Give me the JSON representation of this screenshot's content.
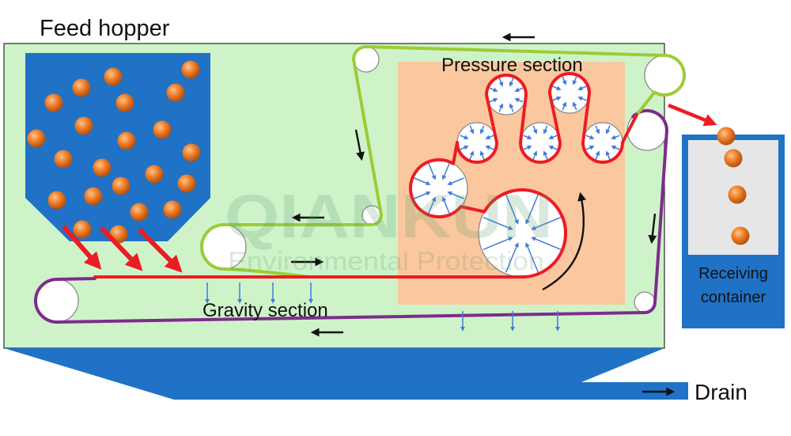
{
  "diagram": {
    "labels": {
      "feed_hopper": "Feed hopper",
      "pressure_section": "Pressure section",
      "gravity_section": "Gravity section",
      "receiving_container_line1": "Receiving",
      "receiving_container_line2": "container",
      "drain": "Drain"
    },
    "watermark": {
      "brand": "QIANKUN",
      "tagline": "Environmental Protection"
    }
  },
  "colors": {
    "frame_green": "#cff3c9",
    "hopper_blue": "#1f72c6",
    "pressure_peach": "#fbc79e",
    "green_belt": "#9ccc35",
    "purple_belt": "#7d2c8c",
    "red_belt": "#ec1c24",
    "arrow_blue": "#3f7bdc",
    "container_gray": "#e6e6e6"
  }
}
